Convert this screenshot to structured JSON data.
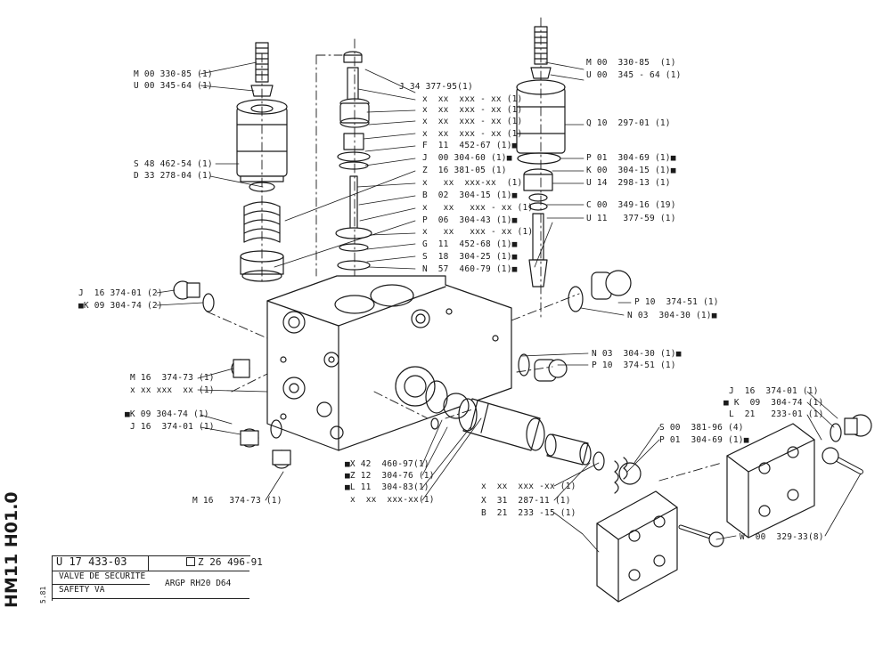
{
  "sheet": {
    "side_code": "HM11  H01.0",
    "date_code": "5.81",
    "part_number": "U 17  433-03",
    "ref_number": "Z 26 496-91",
    "title_fr": "VALVE DE SECURITE",
    "title_en": "SAFETY VA",
    "group": "ARGP RH20 D64"
  },
  "callouts": [
    "M 00 330-85 (1)",
    "U 00 345-64 (1)",
    "S 48 462-54 (1)",
    "D 33 278-04 (1)",
    "J 34 377-95(1)",
    "x  xx  xxx - xx (1)",
    "x  xx  xxx - xx (1)",
    "x  xx  xxx - xx (1)",
    "x  xx  xxx - xx (1)",
    "F  11  452-67 (1)■",
    "J  00 304-60 (1)■",
    "Z  16 381-05 (1)",
    "x   xx  xxx-xx  (1)",
    "B  02  304-15 (1)■",
    "x   xx   xxx - xx (1)",
    "P  06  304-43 (1)■",
    "x   xx   xxx - xx (1)",
    "G  11  452-68 (1)■",
    "S  18  304-25 (1)■",
    "N  57  460-79 (1)■",
    "M 00  330-85  (1)",
    "U 00  345 - 64 (1)",
    "Q 10  297-01 (1)",
    "P 01  304-69 (1)■",
    "K 00  304-15 (1)■",
    "U 14  298-13 (1)",
    "C 00  349-16 (19)",
    "U 11   377-59 (1)",
    "J  16 374-01 (2)",
    "■K 09 304-74 (2)",
    "P 10  374-51 (1)",
    "N 03  304-30 (1)■",
    "N 03  304-30 (1)■",
    "P 10  374-51 (1)",
    "M 16  374-73 (1)",
    "x xx xxx  xx (1)",
    "■K 09 304-74 (1)",
    "J 16  374-01 (1)",
    "J  16  374-01 (1)",
    "■ K  09  304-74 (1)",
    "L  21   233-01 (1)",
    "S 00  381-96 (4)",
    "P 01  304-69 (1)■",
    "■X 42  460-97(1)",
    "■Z 12  304-76 (1)",
    "■L 11  304-83(1)",
    "x  xx  xxx-xx(1)",
    "x  xx  xxx -xx (1)",
    "X  31  287-11 (1)",
    "B  21  233 -15 (1)",
    "W  00  329-33(8)",
    "M 16   374-73 (1)"
  ]
}
